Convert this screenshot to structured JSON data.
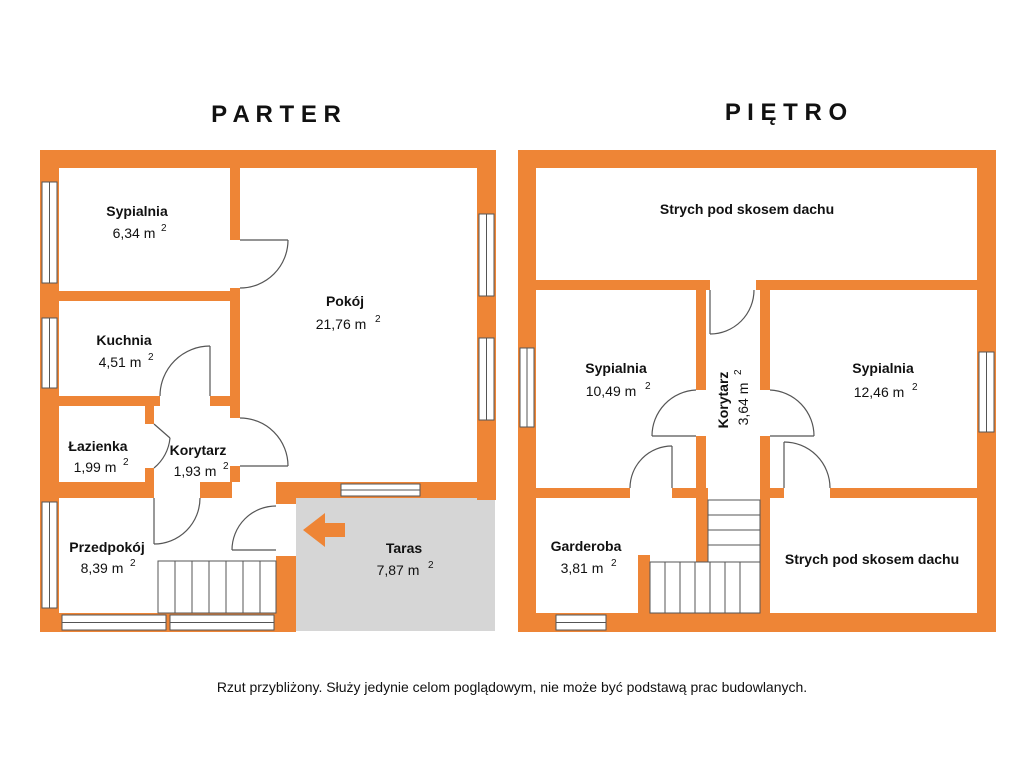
{
  "colors": {
    "wall": "#EE8536",
    "terrace": "#D6D6D6",
    "window": "#FFFFFF",
    "line": "#555555"
  },
  "floors": {
    "ground": {
      "title": "P A R T E R",
      "rooms": {
        "sypialnia": {
          "name": "Sypialnia",
          "area": "6,34 m",
          "unit_sup": "2"
        },
        "pokoj": {
          "name": "Pokój",
          "area": "21,76 m",
          "unit_sup": "2"
        },
        "kuchnia": {
          "name": "Kuchnia",
          "area": "4,51 m",
          "unit_sup": "2"
        },
        "lazienka": {
          "name": "Łazienka",
          "area": "1,99 m",
          "unit_sup": "2"
        },
        "korytarz": {
          "name": "Korytarz",
          "area": "1,93 m",
          "unit_sup": "2"
        },
        "przedpokoj": {
          "name": "Przedpokój",
          "area": "8,39 m",
          "unit_sup": "2"
        },
        "taras": {
          "name": "Taras",
          "area": "7,87 m",
          "unit_sup": "2"
        }
      }
    },
    "upper": {
      "title": "P I Ę T R O",
      "rooms": {
        "strych_top": {
          "name": "Strych pod skosem dachu"
        },
        "sypialnia_left": {
          "name": "Sypialnia",
          "area": "10,49 m",
          "unit_sup": "2"
        },
        "korytarz": {
          "name": "Korytarz",
          "area": "3,64 m",
          "unit_sup": "2"
        },
        "sypialnia_right": {
          "name": "Sypialnia",
          "area": "12,46 m",
          "unit_sup": "2"
        },
        "garderoba": {
          "name": "Garderoba",
          "area": "3,81 m",
          "unit_sup": "2"
        },
        "strych_bottom": {
          "name": "Strych pod skosem dachu"
        }
      }
    }
  },
  "footnote": "Rzut przybliżony. Służy jedynie celom poglądowym, nie może być podstawą prac budowlanych.",
  "icons": {
    "entrance": "arrow-left-icon"
  }
}
